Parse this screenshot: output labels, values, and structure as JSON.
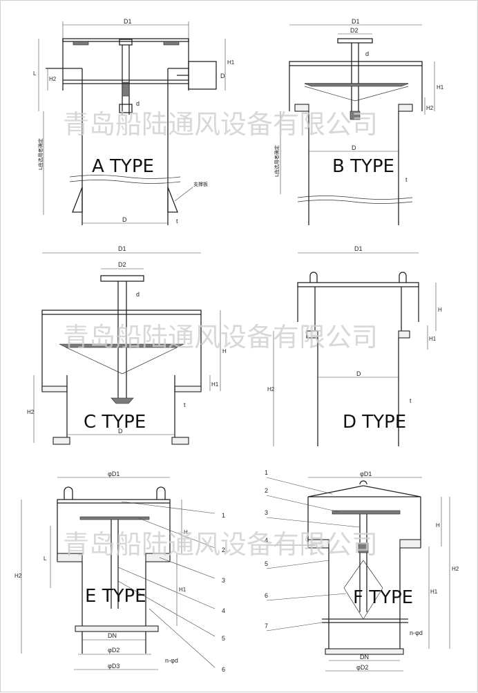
{
  "watermark": "青岛船陆通风设备有限公司",
  "types": {
    "a": "A TYPE",
    "b": "B TYPE",
    "c": "C TYPE",
    "d": "D TYPE",
    "e": "E TYPE",
    "f": "F TYPE"
  },
  "dims": {
    "D1": "D1",
    "D2": "D2",
    "D": "D",
    "d": "d",
    "t": "t",
    "H": "H",
    "H1": "H1",
    "H2": "H2",
    "L": "L",
    "phiD1": "φD1",
    "phiD2": "φD2",
    "phiD3": "φD3",
    "DN": "DN",
    "n_phid_e": "n-φd",
    "n_phid_f": "n-φd"
  },
  "notes": {
    "support_plate": "支撑板",
    "a_length_note": "L由选用者确定",
    "b_length_note": "L由选用者确定"
  },
  "callouts": {
    "e": [
      "1",
      "2",
      "3",
      "4",
      "5",
      "6"
    ],
    "f": [
      "1",
      "2",
      "3",
      "4",
      "5",
      "6",
      "7"
    ]
  }
}
